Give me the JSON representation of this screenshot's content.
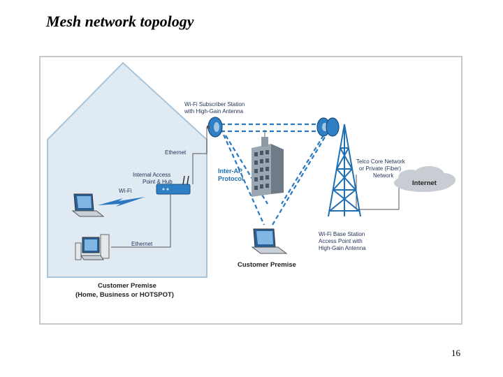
{
  "slide": {
    "title": "Mesh network topology",
    "page_number": "16"
  },
  "diagram": {
    "labels": {
      "subscriber_station_1": "Wi-Fi Subscriber Station",
      "subscriber_station_2": "with High-Gain Antenna",
      "ethernet_top": "Ethernet",
      "access_point_1": "Internal Access",
      "access_point_2": "Point & Hub",
      "wifi": "Wi-Fi",
      "ethernet_bottom": "Ethernet",
      "inter_ap_1": "Inter-AP",
      "inter_ap_2": "Protocol",
      "telco_1": "Telco Core Network",
      "telco_2": "or Private (Fiber)",
      "telco_3": "Network",
      "internet": "Internet",
      "base_station_1": "Wi-Fi Base Station",
      "base_station_2": "Access Point with",
      "base_station_3": "High-Gain Antenna",
      "customer_premise_right": "Customer Premise",
      "customer_premise_house_1": "Customer Premise",
      "customer_premise_house_2": "(Home, Business or HOTSPOT)"
    }
  },
  "colors": {
    "house_fill": "#dfeaf3",
    "house_stroke": "#a9c4d9",
    "link_blue": "#2a78c0",
    "tower_blue": "#1e6fb3",
    "device_blue": "#2f7fc4"
  }
}
